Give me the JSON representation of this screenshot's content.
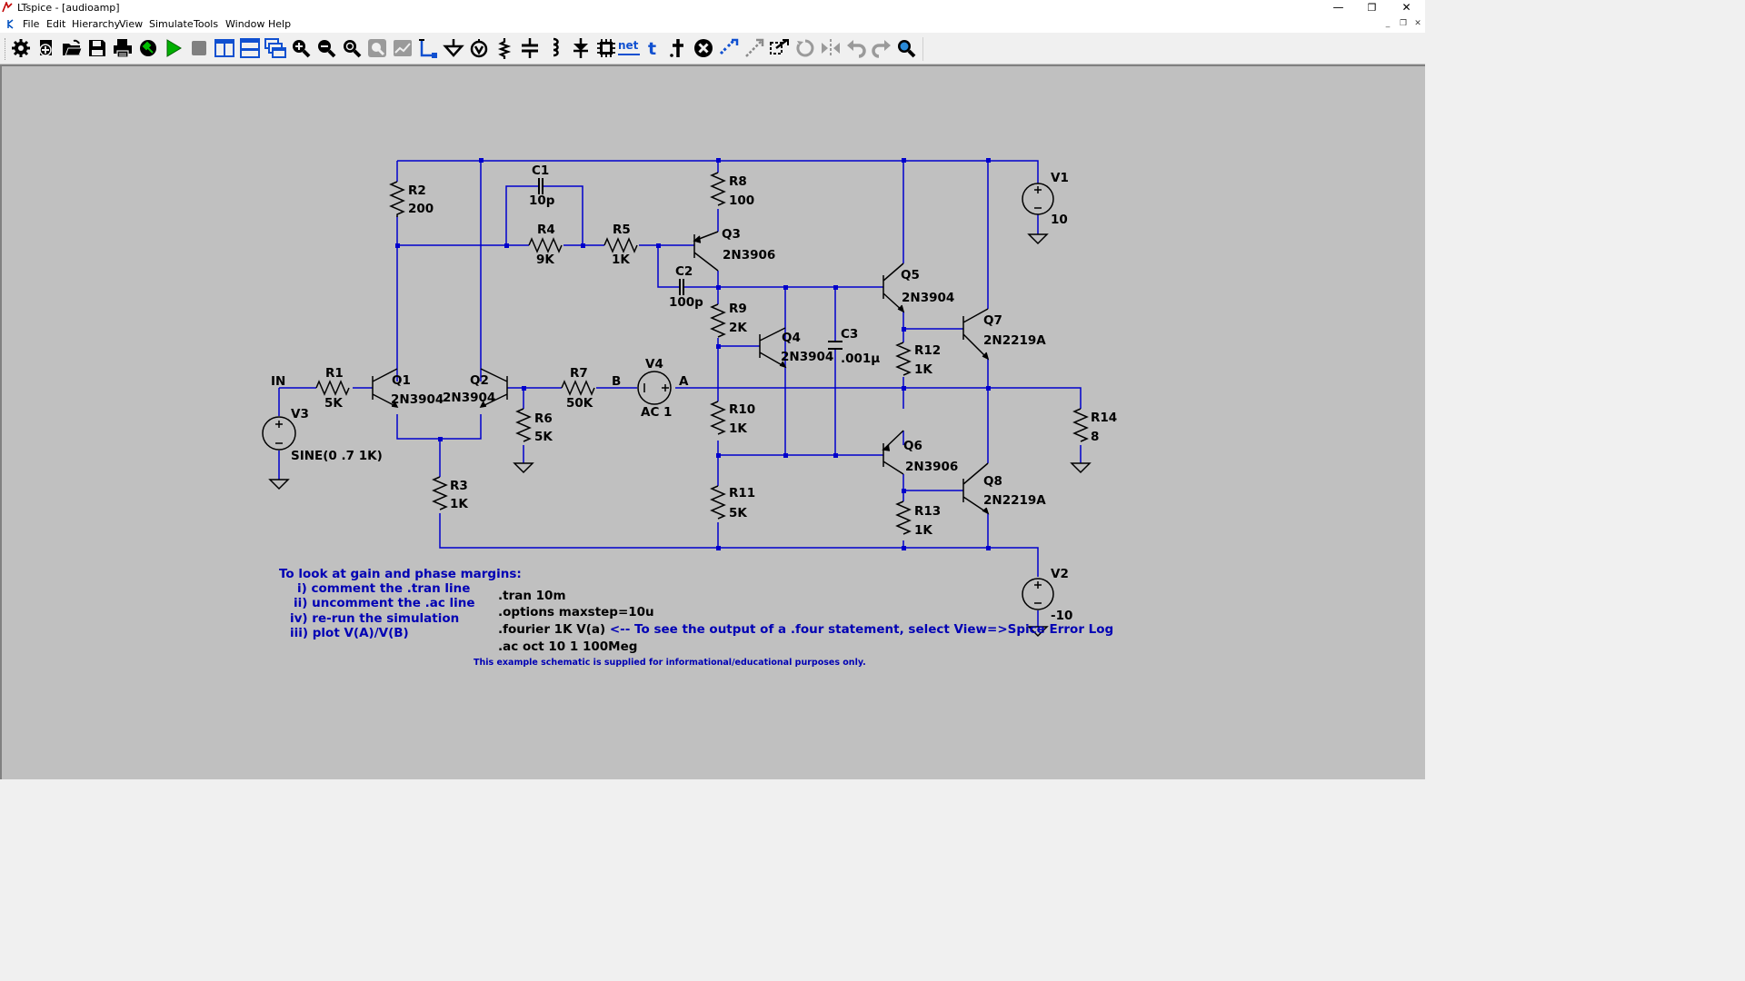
{
  "window": {
    "title": "LTspice - [audioamp]",
    "minimize": "—",
    "restore": "❐",
    "close": "✕"
  },
  "menu": {
    "items": [
      "File",
      "Edit",
      "Hierarchy",
      "View",
      "Simulate",
      "Tools",
      "Window",
      "Help"
    ],
    "mdi_minimize": "_",
    "mdi_restore": "❐",
    "mdi_close": "✕"
  },
  "toolbar": {
    "buttons": [
      "settings",
      "new-schematic",
      "open",
      "save",
      "print",
      "control-panel",
      "run",
      "halt",
      "tile-vertical",
      "tile-horizontal",
      "cascade",
      "zoom-in",
      "zoom-out",
      "zoom-fit",
      "zoom-back",
      "autorange",
      "wire",
      "ground",
      "label-net",
      "resistor",
      "capacitor",
      "inductor",
      "diode",
      "component",
      "net-name",
      "text",
      "spice-directive",
      "delete",
      "duplicate",
      "move",
      "drag",
      "rotate",
      "mirror",
      "undo",
      "redo",
      "find"
    ],
    "net_label": "net",
    "text_label": "t"
  },
  "schematic": {
    "wire_color": "#0000cc",
    "components": {
      "R1": {
        "name": "R1",
        "value": "5K"
      },
      "R2": {
        "name": "R2",
        "value": "200"
      },
      "R3": {
        "name": "R3",
        "value": "1K"
      },
      "R4": {
        "name": "R4",
        "value": "9K"
      },
      "R5": {
        "name": "R5",
        "value": "1K"
      },
      "R6": {
        "name": "R6",
        "value": "5K"
      },
      "R7": {
        "name": "R7",
        "value": "50K"
      },
      "R8": {
        "name": "R8",
        "value": "100"
      },
      "R9": {
        "name": "R9",
        "value": "2K"
      },
      "R10": {
        "name": "R10",
        "value": "1K"
      },
      "R11": {
        "name": "R11",
        "value": "5K"
      },
      "R12": {
        "name": "R12",
        "value": "1K"
      },
      "R13": {
        "name": "R13",
        "value": "1K"
      },
      "R14": {
        "name": "R14",
        "value": "8"
      },
      "C1": {
        "name": "C1",
        "value": "10p"
      },
      "C2": {
        "name": "C2",
        "value": "100p"
      },
      "C3": {
        "name": "C3",
        "value": ".001µ"
      },
      "Q1": {
        "name": "Q1",
        "value": "2N3904"
      },
      "Q2": {
        "name": "Q2",
        "value": "2N3904"
      },
      "Q3": {
        "name": "Q3",
        "value": "2N3906"
      },
      "Q4": {
        "name": "Q4",
        "value": "2N3904"
      },
      "Q5": {
        "name": "Q5",
        "value": "2N3904"
      },
      "Q6": {
        "name": "Q6",
        "value": "2N3906"
      },
      "Q7": {
        "name": "Q7",
        "value": "2N2219A"
      },
      "Q8": {
        "name": "Q8",
        "value": "2N2219A"
      },
      "V1": {
        "name": "V1",
        "value": "10"
      },
      "V2": {
        "name": "V2",
        "value": "-10"
      },
      "V3": {
        "name": "V3",
        "value": "SINE(0 .7 1K)"
      },
      "V4": {
        "name": "V4",
        "value": "AC 1"
      }
    },
    "net_labels": {
      "in": "IN",
      "a": "A",
      "b": "B"
    },
    "comment_lines": [
      "To look at gain and phase margins:",
      "i) comment the .tran line",
      "ii) uncomment the .ac line",
      "iv) re-run the simulation",
      "iii) plot V(A)/V(B)"
    ],
    "directives": {
      "tran": ".tran 10m",
      "options": ".options maxstep=10u",
      "fourier": ".fourier 1K V(a)",
      "fourier_comment": "<-- To see the output of a .four statement, select View=>Spice Error Log",
      "ac": ".ac oct 10 1 100Meg"
    },
    "disclaimer": "This example schematic is supplied for informational/educational purposes only."
  }
}
